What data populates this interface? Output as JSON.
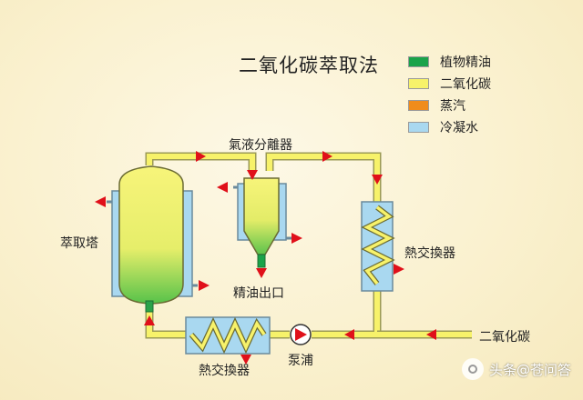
{
  "title": "二氧化碳萃取法",
  "legend": [
    {
      "label": "植物精油",
      "color": "#1aa34a"
    },
    {
      "label": "二氧化碳",
      "color": "#f7f26a"
    },
    {
      "label": "蒸汽",
      "color": "#f08c1c"
    },
    {
      "label": "冷凝水",
      "color": "#a9d8f0"
    }
  ],
  "labels": {
    "separator": "氣液分離器",
    "extraction_tower": "萃取塔",
    "oil_outlet": "精油出口",
    "heat_exchanger_right": "熱交換器",
    "heat_exchanger_bottom": "熱交換器",
    "pump": "泵浦",
    "co2_inlet": "二氧化碳"
  },
  "colors": {
    "pipe": "#f7f26a",
    "pipe_border": "#9b9a55",
    "arrow": "#e0101a",
    "water": "#a9d8f0",
    "oil": "#1aa34a"
  },
  "watermark": "头条@苍问答"
}
